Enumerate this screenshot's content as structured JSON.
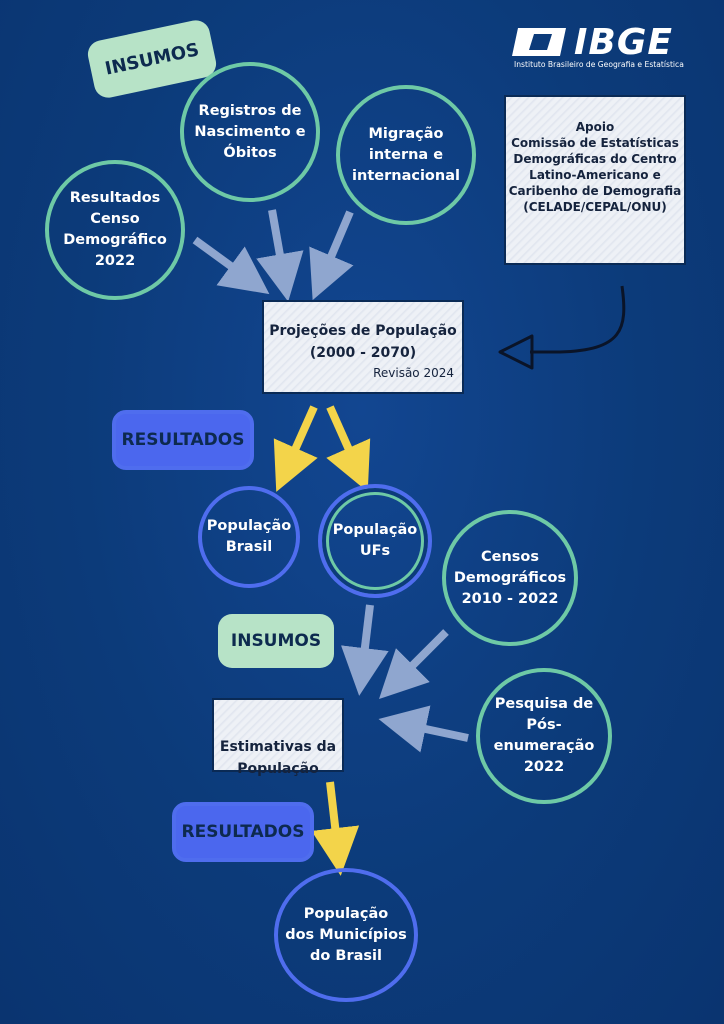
{
  "logo": {
    "name": "IBGE",
    "subtitle": "Instituto Brasileiro de Geografia e Estatística"
  },
  "labels": {
    "insumos_top": "INSUMOS",
    "resultados_1": "RESULTADOS",
    "insumos_mid": "INSUMOS",
    "resultados_2": "RESULTADOS"
  },
  "inputs_top": {
    "censo": "Resultados\nCenso\nDemográfico\n2022",
    "registros": "Registros de\nNascimento e\nÓbitos",
    "migracao": "Migração\ninterna e\ninternacional"
  },
  "support": {
    "title": "Apoio",
    "text": "Comissão de Estatísticas\nDemográficas do Centro\nLatino-Americano e\nCaribenho de Demografia\n(CELADE/CEPAL/ONU)"
  },
  "projection": {
    "title": "Projeções de População",
    "period": "(2000 - 2070)",
    "revision": "Revisão 2024"
  },
  "results_1": {
    "brasil": "População\nBrasil",
    "ufs": "População\nUFs"
  },
  "inputs_mid": {
    "censos": "Censos\nDemográficos\n2010 - 2022",
    "pesquisa": "Pesquisa de\nPós-\nenumeração\n2022"
  },
  "estimates": {
    "title": "Estimativas da\nPopulação"
  },
  "results_2": {
    "municipios": "População\ndos Municípios\ndo Brasil"
  },
  "colors": {
    "background": "#0c3b7a",
    "teal_ring": "#6ec9a6",
    "blue_ring": "#4f6dee",
    "arrow_gray": "#8fa6cf",
    "arrow_yellow": "#f3d44a"
  }
}
